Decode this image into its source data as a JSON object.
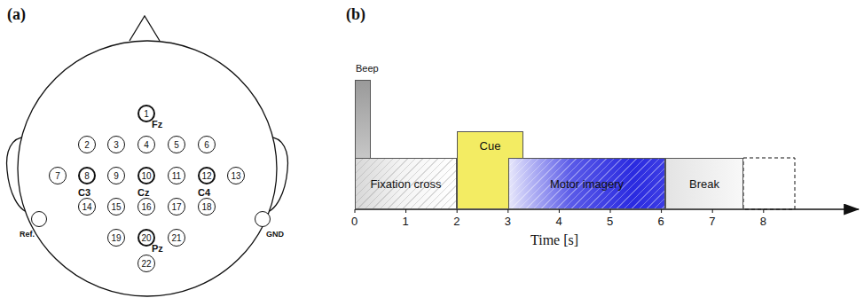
{
  "diagram": {
    "nodes": [
      {
        "text": [
          "1",
          "Fz"
        ]
      },
      {
        "text": [
          "2"
        ]
      },
      {
        "text": [
          "3"
        ]
      },
      {
        "text": [
          "4"
        ]
      },
      {
        "text": [
          "5"
        ]
      },
      {
        "text": [
          "6"
        ]
      },
      {
        "text": [
          "7"
        ]
      },
      {
        "text": [
          "8",
          "C3"
        ]
      },
      {
        "text": [
          "9"
        ]
      },
      {
        "text": [
          "10",
          "Cz"
        ]
      },
      {
        "text": [
          "11"
        ]
      },
      {
        "text": [
          "12",
          "C4"
        ]
      },
      {
        "text": [
          "13"
        ]
      },
      {
        "text": [
          "14"
        ]
      },
      {
        "text": [
          "15"
        ]
      },
      {
        "text": [
          "16"
        ]
      },
      {
        "text": [
          "17"
        ]
      },
      {
        "text": [
          "18"
        ]
      },
      {
        "text": [
          "19"
        ]
      },
      {
        "text": [
          "20",
          "Pz"
        ]
      },
      {
        "text": [
          "21"
        ]
      },
      {
        "text": [
          "22"
        ]
      },
      {
        "text": [
          "Ref."
        ]
      },
      {
        "text": [
          "GND"
        ]
      },
      {
        "text": [
          "Beep"
        ]
      },
      {
        "text": [
          "Fixation cross"
        ]
      },
      {
        "text": [
          "Cue"
        ]
      },
      {
        "text": [
          "Motor imagery"
        ]
      },
      {
        "text": [
          "Break"
        ]
      }
    ],
    "labels": [
      "(a)",
      "(b)",
      "0",
      "1",
      "2",
      "3",
      "4",
      "5",
      "6",
      "7",
      "8",
      "Time [s]"
    ]
  }
}
